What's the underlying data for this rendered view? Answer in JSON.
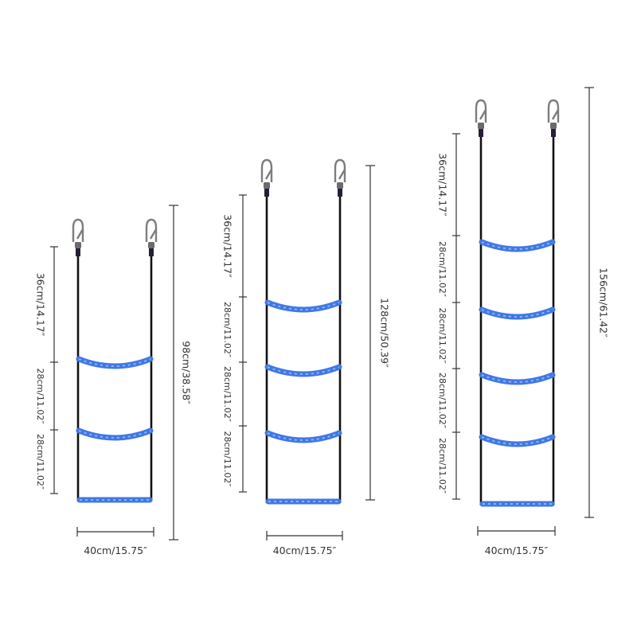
{
  "colors": {
    "rung": "#3f78e6",
    "rope": "#111111",
    "hook": "#7d7d7d",
    "dimension": "#333333"
  },
  "ladders": [
    {
      "rungs": 3,
      "width_label": "40cm/15.75″",
      "height_label": "98cm/38.58″",
      "top_label": "36cm/14.17″",
      "spacing_labels": [
        "28cm/11.02″",
        "28cm/11.02″"
      ]
    },
    {
      "rungs": 4,
      "width_label": "40cm/15.75″",
      "height_label": "128cm/50.39″",
      "top_label": "36cm/14.17″",
      "spacing_labels": [
        "28cm/11.02″",
        "28cm/11.02″",
        "28cm/11.02″"
      ]
    },
    {
      "rungs": 5,
      "width_label": "40cm/15.75″",
      "height_label": "156cm/61.42″",
      "top_label": "36cm/14.17″",
      "spacing_labels": [
        "28cm/11.02″",
        "28cm/11.02″",
        "28cm/11.02″",
        "28cm/11.02″"
      ]
    }
  ]
}
